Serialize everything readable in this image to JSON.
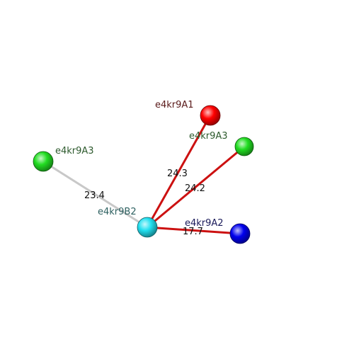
{
  "nodes": [
    {
      "id": "A1",
      "label": "e4kr9A1",
      "fill": "#ff0000",
      "label_color": "#5a1a1a"
    },
    {
      "id": "A3b",
      "label": "e4kr9A3",
      "fill": "#22dd22",
      "label_color": "#2d5a2d"
    },
    {
      "id": "A3a",
      "label": "e4kr9A3",
      "fill": "#22dd22",
      "label_color": "#2d5a2d"
    },
    {
      "id": "B2",
      "label": "e4kr9B2",
      "fill": "#22e0f0",
      "label_color": "#2d6060"
    },
    {
      "id": "A2",
      "label": "e4kr9A2",
      "fill": "#0000ee",
      "label_color": "#1a1a5a"
    }
  ],
  "edges": [
    {
      "id": "B2-A3a",
      "from": "B2",
      "to": "A3a",
      "distance": "23.4",
      "color": "#c8c8c8"
    },
    {
      "id": "B2-A1",
      "from": "B2",
      "to": "A1",
      "distance": "24.3",
      "color": "#cc1111"
    },
    {
      "id": "B2-A3b",
      "from": "B2",
      "to": "A3b",
      "distance": "24.2",
      "color": "#cc1111"
    },
    {
      "id": "B2-A2",
      "from": "B2",
      "to": "A2",
      "distance": "17.7",
      "color": "#cc1111"
    }
  ]
}
